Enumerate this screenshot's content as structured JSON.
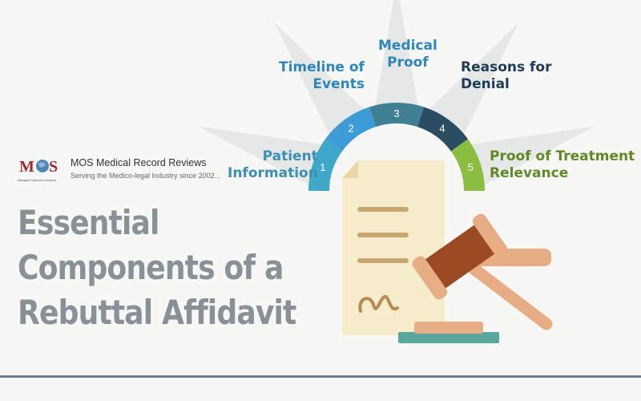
{
  "logo": {
    "mark_text": "MOS",
    "subline": "Managed Outsource Solutions",
    "name": "MOS Medical Record Reviews",
    "tagline": "Serving the Medico-legal Industry since 2002..."
  },
  "title": {
    "line1": "Essential",
    "line2": "Components of a",
    "line3": "Rebuttal Affidavit"
  },
  "components": [
    {
      "number": "1",
      "line1": "Patient",
      "line2": "Information",
      "color": "#3a8fb2",
      "segment_color": "#3fa9c9"
    },
    {
      "number": "2",
      "line1": "Timeline of",
      "line2": "Events",
      "color": "#2f86b8",
      "segment_color": "#3d9bd6"
    },
    {
      "number": "3",
      "line1": "Medical",
      "line2": "Proof",
      "color": "#2f86b8",
      "segment_color": "#3f7f93"
    },
    {
      "number": "4",
      "line1": "Reasons for",
      "line2": "Denial",
      "color": "#1e3c56",
      "segment_color": "#2b4d62"
    },
    {
      "number": "5",
      "line1": "Proof of Treatment",
      "line2": "Relevance",
      "color": "#5e8a25",
      "segment_color": "#8bbe3f"
    }
  ],
  "colors": {
    "title": "#8a9196",
    "document": "#f5edcb",
    "document_lines": "#c8a870",
    "gavel_head": "#9c4a23",
    "gavel_band": "#e7ad84",
    "gavel_base": "#5aa89c",
    "bottom_rule": "#6e7e88"
  }
}
